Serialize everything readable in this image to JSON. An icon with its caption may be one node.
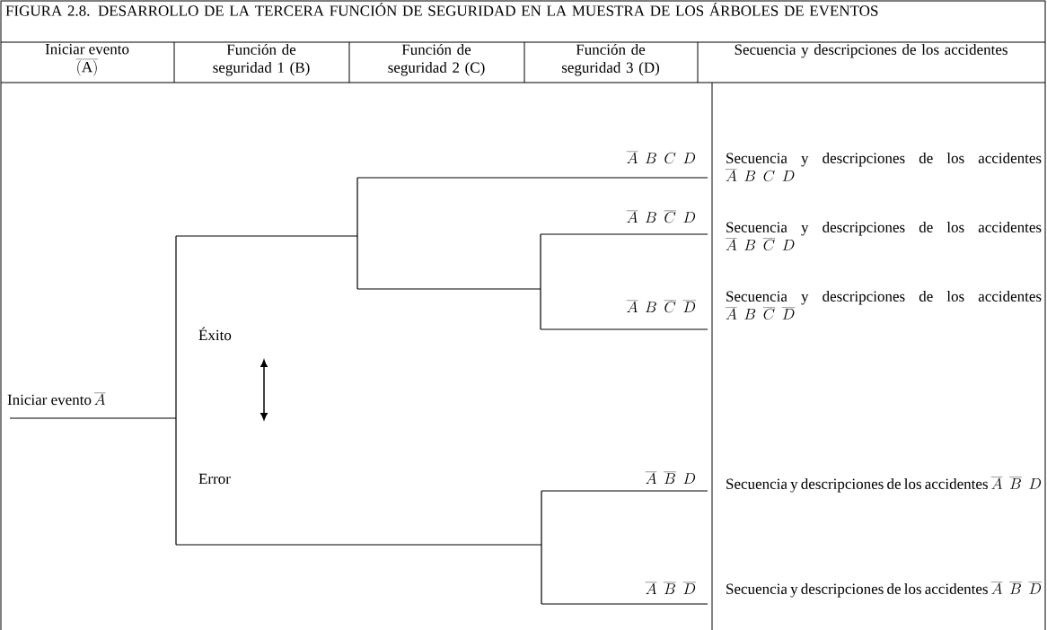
{
  "diagram": {
    "title": "FIGURA 2.8. DESARROLLO DE LA TERCERA FUNCIÓN DE SEGURIDAD EN LA MUESTRA DE LOS ÁRBOLES DE EVENTOS",
    "labels": [
      "Iniciar evento",
      "\\overline{(\\mathrm{A})}",
      "Función de seguridad 1 (B)",
      "Función de seguridad 2 (C)",
      "Función de seguridad 3 (D)",
      "Secuencia y descripciones de los accidentes",
      "\\overline{A}\\;\\,B\\;\\,C\\;\\,D",
      "Secuencia y descripciones de los accidentes",
      "\\overline{A}\\;\\,B\\;\\,C\\;\\,D",
      "\\overline{A}\\;\\,B\\;\\,\\overline{C}\\;\\,D",
      "Secuencia y descripciones de los accidentes",
      "\\overline{A}\\;\\,B\\;\\,\\overline{C}\\;\\,D",
      "Éxito",
      "\\overline{A}\\;\\,B\\;\\,\\overline{C}\\;\\,\\overline{D}",
      "Secuencia y descripciones de los accidentes",
      "\\overline{A}\\;\\,B\\;\\,\\overline{C}\\;\\,\\overline{D}",
      "Iniciar evento",
      "\\overline{A}",
      "Error",
      "\\overline{A}\\;\\,\\overline{B}\\;\\,D",
      "Secuencia y descripciones de los accidentes",
      "\\overline{A}\\;\\,\\overline{B}\\;\\,D",
      "\\overline{A}\\;\\,\\overline{B}\\;\\,\\overline{D}",
      "Secuencia y descripciones de los accidentes",
      "\\overline{A}\\;\\,\\overline{B}\\;\\,\\overline{D}"
    ]
  }
}
